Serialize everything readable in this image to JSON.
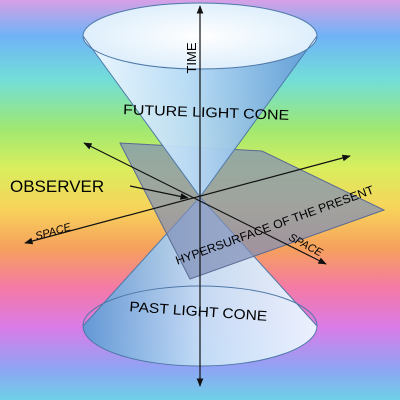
{
  "labels": {
    "time": "TIME",
    "future_cone": "FUTURE LIGHT CONE",
    "observer": "OBSERVER",
    "space_left": "SPACE",
    "hypersurface": "HYPERSURFACE OF THE PRESENT",
    "space_right": "SPACE",
    "past_cone": "PAST LIGHT CONE"
  },
  "colors": {
    "cone_fill_light": "#e8f4ff",
    "cone_fill_dark": "#6ea8e0",
    "plane_fill": "#7f8fb8",
    "arrow": "#111111"
  }
}
